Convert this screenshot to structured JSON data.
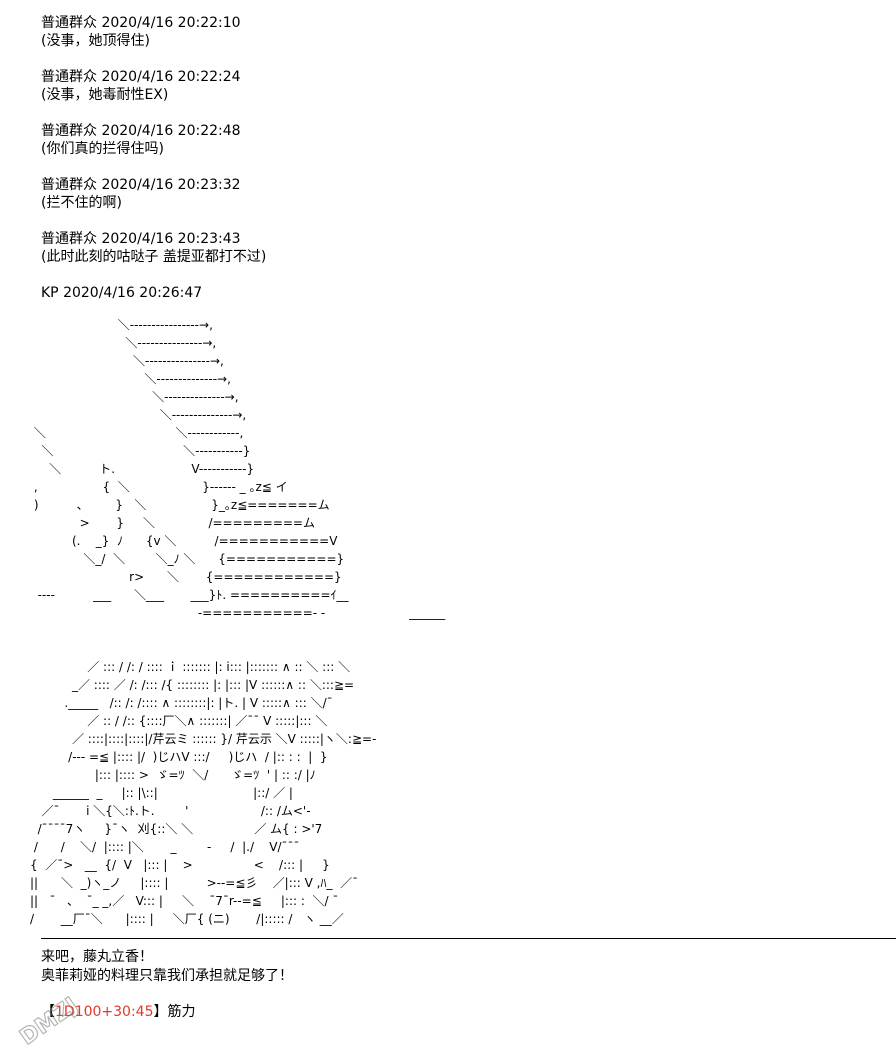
{
  "messages": [
    {
      "header": "普通群众 2020/4/16 20:22:10",
      "body": "(没事，她顶得住)"
    },
    {
      "header": "普通群众 2020/4/16 20:22:24",
      "body": "(没事，她毒耐性EX)"
    },
    {
      "header": "普通群众 2020/4/16 20:22:48",
      "body": "(你们真的拦得住吗)"
    },
    {
      "header": "普通群众 2020/4/16 20:23:32",
      "body": "(拦不住的啊)"
    },
    {
      "header": "普通群众 2020/4/16 20:23:43",
      "body": "(此时此刻的咕哒子 盖提亚都打不过)"
    }
  ],
  "kp_header": "KP 2020/4/16 20:26:47",
  "ascii_art_top": "                       ＼----------------→,\n                         ＼---------------→,\n                           ＼---------------→,\n                              ＼--------------→,\n                                ＼--------------→,\n                                  ＼--------------→,\n ＼                                  ＼------------,\n   ＼                                  ＼-----------}\n     ＼          ト.                    V-----------}\n ,                 {  ＼                   }------ _ ｡z≦ イ\n )          、       }   ＼                 }_｡z≦=======ム\n             >       }     ＼              /=========ム\n           (.    _}  ﾉ      {v ＼          /===========V\n              ＼_/  ＼        ＼_ﾉ ＼      {===========}\n                          r>      ＼       {============}\n  ----          ___      ＼___       ___}ﾄ. ==========ｲ__\n                                            -===========- -                      ______",
  "ascii_art_bottom": "               ／ ::: / /: / :::: ｉ ::::::: |: i::: |::::::: ∧ :: ＼ ::: ＼\n           _／ :::: ／ /: /::: /{ :::::::: |: |::: |V ::::::∧ :: ＼:::≧=\n         ._____   /:: /: /:::: ∧ ::::::::|: |ト. | V :::::∧ ::: ＼/¯\n               ／ :: / /:: {::::厂＼∧ :::::::| ／¯¯ V :::::|::: ＼\n           ／ ::::|::::|::::|/芹云ミ :::::: }/ 芹云示 ＼V :::::|ヽ＼:≧=-\n          /--- =≦ |:::: |/  )じハV :::/     )じハ  / |:: : :  |  }\n                 |::: |:::: >  ゞ=ﾂ  ＼/      ゞ=ﾂ  ' | :: :/ |ﾉ\n      ______  _     |:: |\\::|                         |::/ ／ |\n   ／¯       i ＼{＼:ﾄ.ト.        '                   /:: /ム<'-\n  /¯¯¯¯7ヽ     }¯ヽ  刈{::＼ ＼                ／ ム{ : >'7\n /      /    ＼/  |:::: |＼       _        -     /  |./    V/¯¯¯\n{  ／¯>   __  {/  V   |::: |    >                <    /::: |     }\n||      ＼  _)ヽ_ノ     |:::: |          >--=≦彡    ／|::: V ,ﾊ_  ／¯\n||   ¯   、  ¯_ _,／   V::: |     ＼    ¯7¯r--=≦     |::: :  ＼/ ¯\n/       __厂¯＼      |:::: |     ＼厂{ (ニ)       /|::::: /   ヽ __／",
  "footer_lines": [
    "来吧，藤丸立香！",
    "奥菲莉娅的料理只靠我们承担就足够了！"
  ],
  "dice": {
    "open": "【",
    "roll": "1D100+30:45",
    "close": "】",
    "label": "筋力"
  },
  "watermark_text": "DMZJ",
  "colors": {
    "dice_roll": "#e03a2a",
    "text": "#000000",
    "background": "#ffffff"
  }
}
